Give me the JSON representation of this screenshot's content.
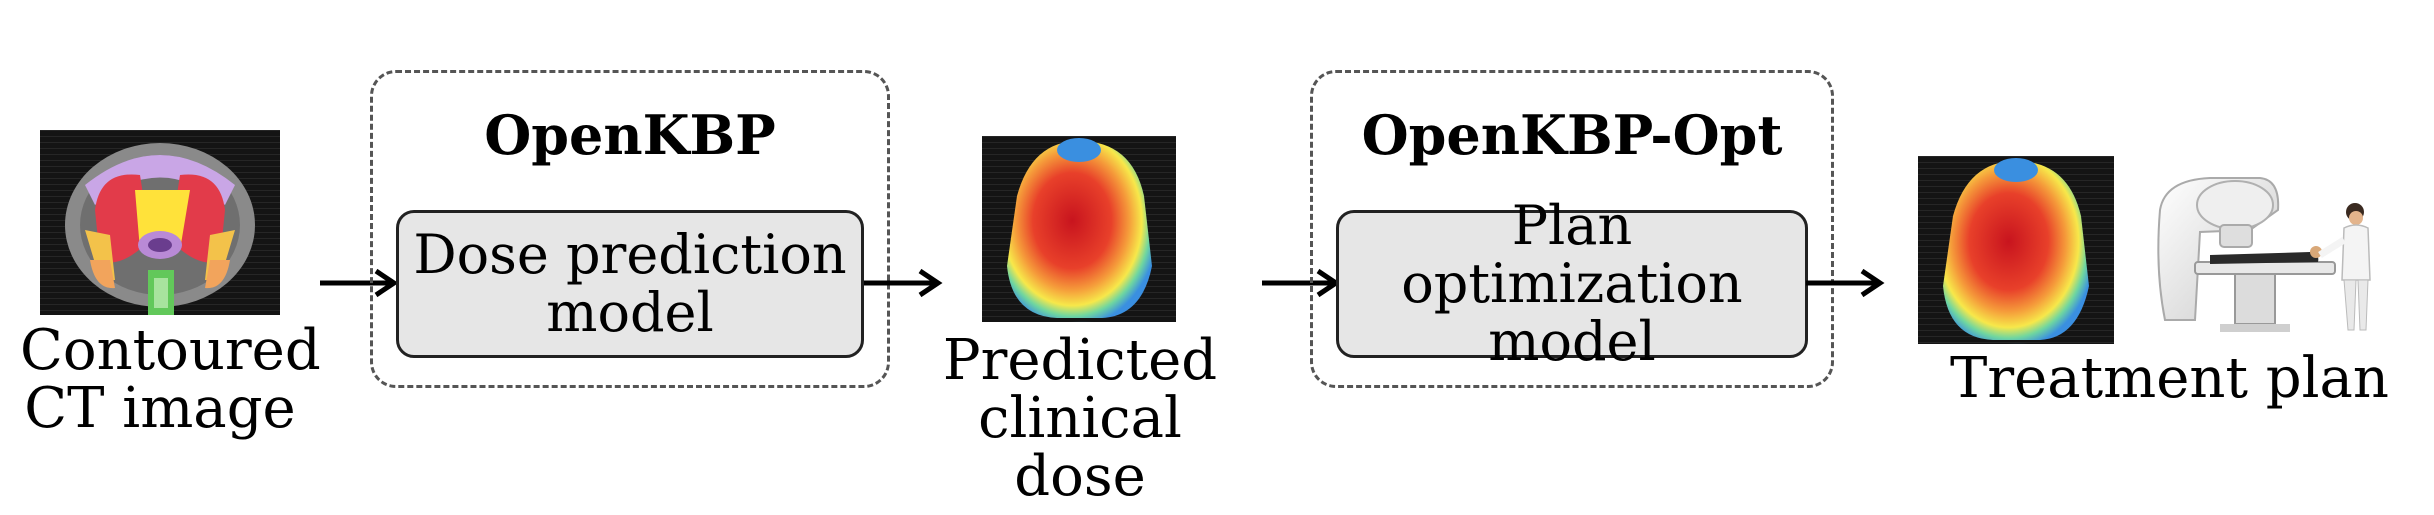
{
  "nodes": {
    "ct_image": {
      "caption": "Contoured\nCT image"
    },
    "openkbp": {
      "title": "OpenKBP",
      "box_label": "Dose prediction\nmodel"
    },
    "predicted_dose": {
      "caption": "Predicted\nclinical dose"
    },
    "openkbp_opt": {
      "title": "OpenKBP-Opt",
      "box_label": "Plan optimization\nmodel"
    },
    "treatment_plan": {
      "caption": "Treatment plan"
    }
  },
  "colors": {
    "box_fill": "#e6e6e6",
    "dashed_border": "#555555",
    "dose_hot": "#d7191c",
    "dose_cold": "#2c7bb6"
  }
}
